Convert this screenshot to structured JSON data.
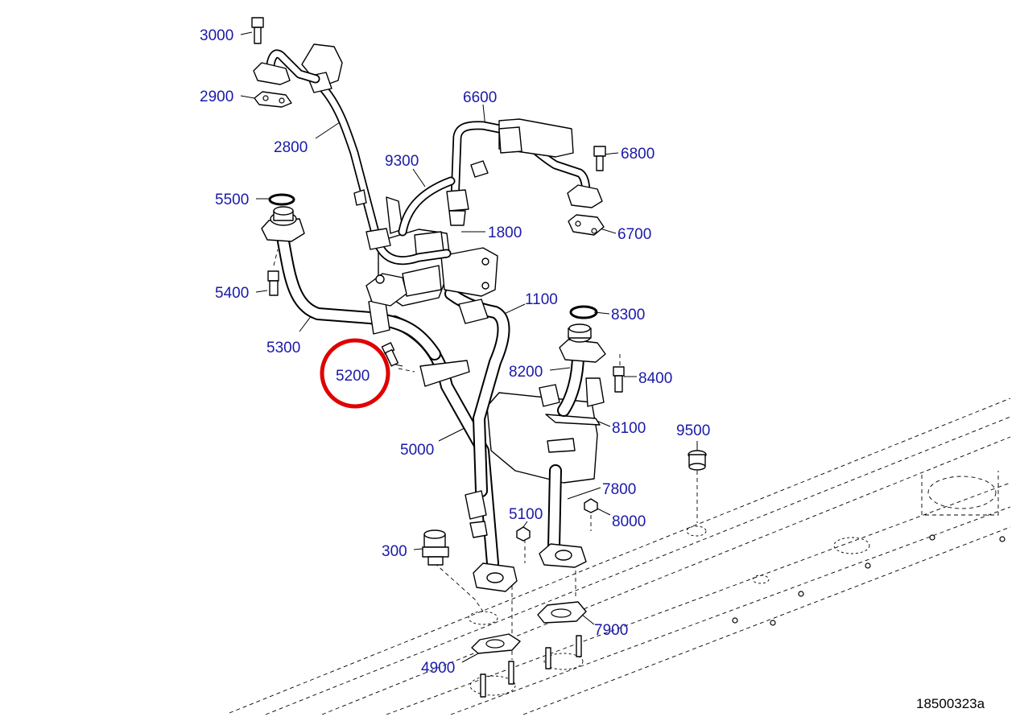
{
  "diagram": {
    "figure_id": "18500323a",
    "highlighted_callout": "5200",
    "colors": {
      "callout_text": "#1a1aa8",
      "highlight_circle": "#e00000",
      "line_art": "#000000"
    },
    "callouts": [
      "3000",
      "2900",
      "2800",
      "6600",
      "9300",
      "6800",
      "5500",
      "6700",
      "1800",
      "5400",
      "1100",
      "8300",
      "5300",
      "5200",
      "8200",
      "8400",
      "8100",
      "9500",
      "5000",
      "7800",
      "5100",
      "8000",
      "300",
      "7900",
      "4900"
    ]
  }
}
